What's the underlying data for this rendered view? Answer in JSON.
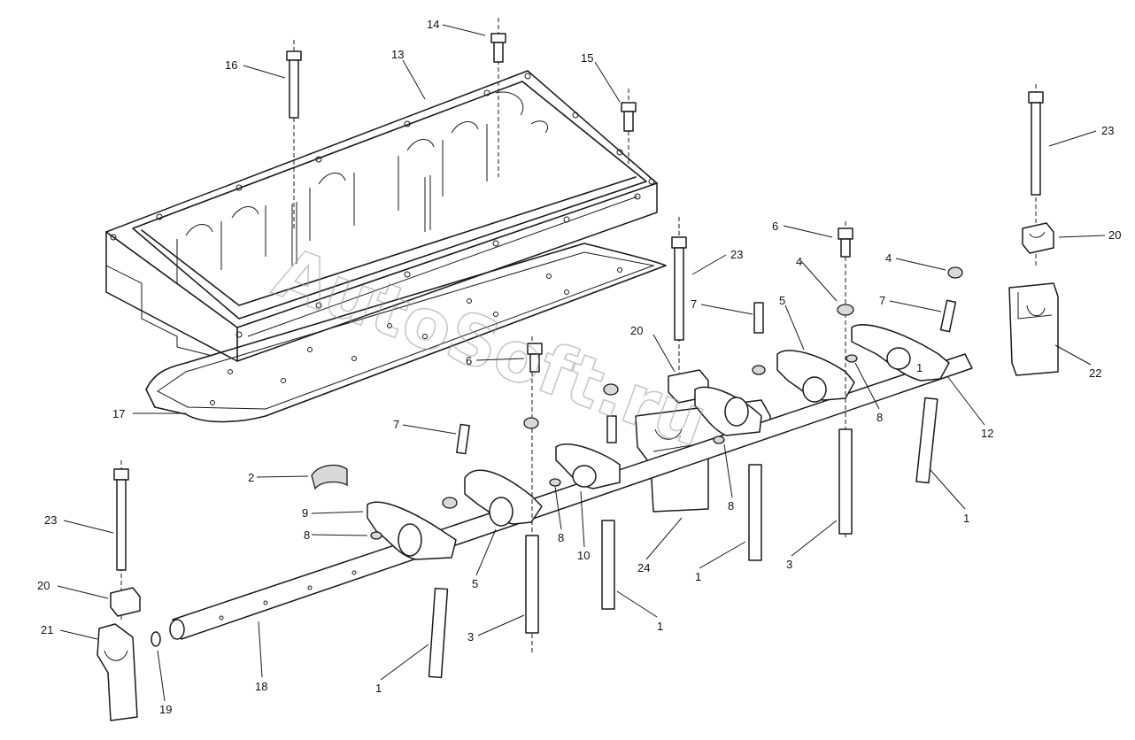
{
  "watermark": "AutoSoft.ru",
  "callouts": [
    {
      "id": "c14a",
      "text": "14"
    },
    {
      "id": "c16",
      "text": "16"
    },
    {
      "id": "c13",
      "text": "13"
    },
    {
      "id": "c15",
      "text": "15"
    },
    {
      "id": "c23a",
      "text": "23"
    },
    {
      "id": "c20a",
      "text": "20"
    },
    {
      "id": "c6a",
      "text": "6"
    },
    {
      "id": "c4a",
      "text": "4"
    },
    {
      "id": "c23b",
      "text": "23"
    },
    {
      "id": "c7a",
      "text": "7"
    },
    {
      "id": "c5a",
      "text": "5"
    },
    {
      "id": "c4b",
      "text": "4"
    },
    {
      "id": "c7b",
      "text": "7"
    },
    {
      "id": "c20b",
      "text": "20"
    },
    {
      "id": "c6b",
      "text": "6"
    },
    {
      "id": "c8a",
      "text": "8"
    },
    {
      "id": "c12",
      "text": "12"
    },
    {
      "id": "c22",
      "text": "22"
    },
    {
      "id": "c17",
      "text": "17"
    },
    {
      "id": "c7c",
      "text": "7"
    },
    {
      "id": "c2",
      "text": "2"
    },
    {
      "id": "c9",
      "text": "9"
    },
    {
      "id": "c8b",
      "text": "8"
    },
    {
      "id": "c8c",
      "text": "8"
    },
    {
      "id": "c10",
      "text": "10"
    },
    {
      "id": "c8d",
      "text": "8"
    },
    {
      "id": "c24",
      "text": "24"
    },
    {
      "id": "c1a",
      "text": "1"
    },
    {
      "id": "c3a",
      "text": "3"
    },
    {
      "id": "c1b",
      "text": "1"
    },
    {
      "id": "c23c",
      "text": "23"
    },
    {
      "id": "c20c",
      "text": "20"
    },
    {
      "id": "c21",
      "text": "21"
    },
    {
      "id": "c19",
      "text": "19"
    },
    {
      "id": "c18",
      "text": "18"
    },
    {
      "id": "c5b",
      "text": "5"
    },
    {
      "id": "c3b",
      "text": "3"
    },
    {
      "id": "c1c",
      "text": "1"
    },
    {
      "id": "c1d",
      "text": "1"
    },
    {
      "id": "c1e",
      "text": "1"
    }
  ]
}
